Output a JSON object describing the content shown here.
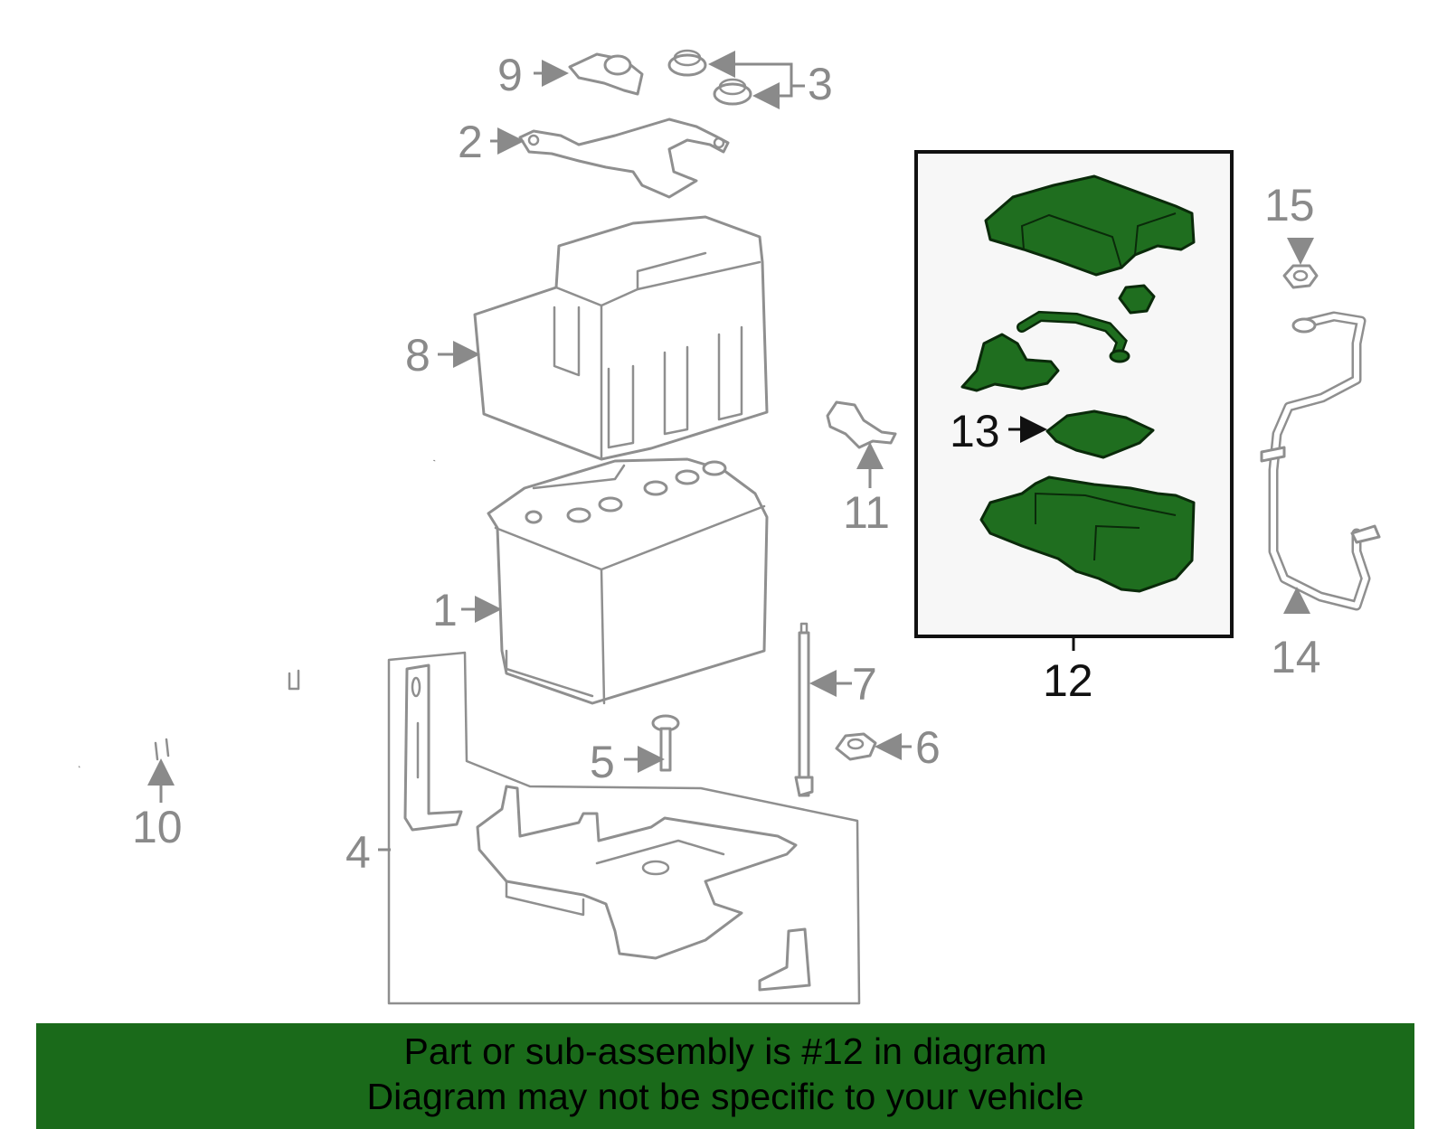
{
  "callouts": {
    "c1": "1",
    "c2": "2",
    "c3": "3",
    "c4": "4",
    "c5": "5",
    "c6": "6",
    "c7": "7",
    "c8": "8",
    "c9": "9",
    "c10": "10",
    "c11": "11",
    "c12": "12",
    "c13": "13",
    "c14": "14",
    "c15": "15"
  },
  "banner": {
    "line1": "Part or sub-assembly is #12 in diagram",
    "line2": "Diagram may not be specific to your vehicle"
  },
  "colors": {
    "highlight_part": "#1f6e1f",
    "banner_background": "#1a6a1a",
    "part_outline": "#8f8f8f"
  }
}
